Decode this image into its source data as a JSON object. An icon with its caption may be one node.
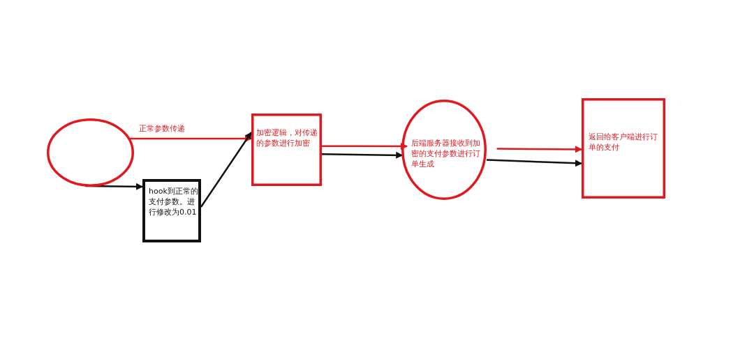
{
  "diagram": {
    "nodes": [
      {
        "text": [],
        "shape": "ellipse"
      },
      {
        "text": [
          "hook到正常的支付参数。进行修改为0.01"
        ]
      },
      {
        "text": [
          "加密逻辑，对传递的参数进行加密"
        ]
      },
      {
        "text": [
          "后端服务器接收到加密的支付参数进行订单生成"
        ]
      },
      {
        "text": [
          "返回给客户端进行订单的支付"
        ]
      }
    ],
    "edges": [
      {
        "from": 0,
        "to": 2,
        "arrow": "to",
        "label": "正常参数传递",
        "color": "#e3171e"
      },
      {
        "from": 0,
        "to": 1,
        "arrow": "to"
      },
      {
        "from": 1,
        "to": 2,
        "arrow": "to"
      },
      {
        "from": 2,
        "to": 3,
        "arrow": "to",
        "color": "#e3171e"
      },
      {
        "from": 2,
        "to": 3,
        "arrow": "to"
      },
      {
        "from": 3,
        "to": 4,
        "arrow": "to",
        "color": "#e3171e"
      },
      {
        "from": 3,
        "to": 4,
        "arrow": "to"
      }
    ]
  }
}
